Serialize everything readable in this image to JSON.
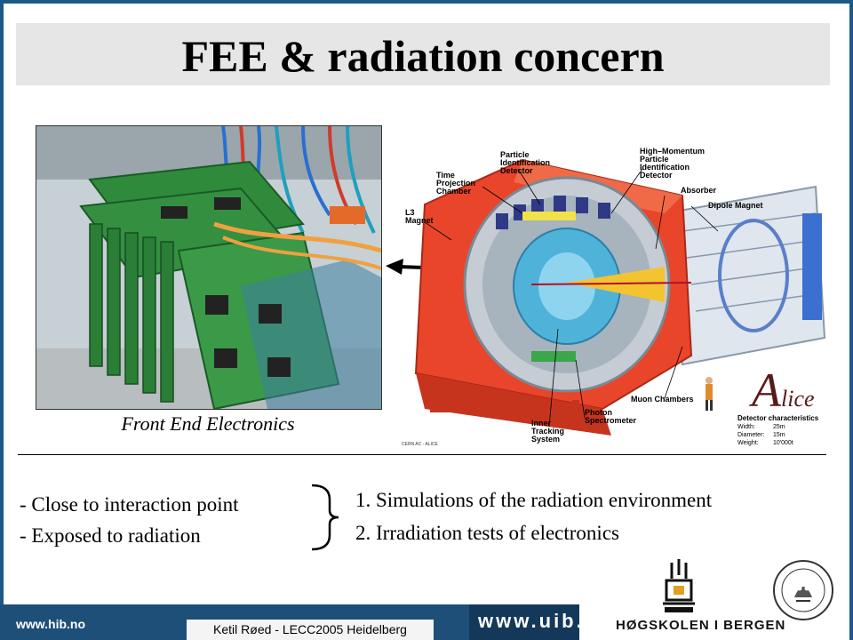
{
  "slide": {
    "title": "FEE & radiation concern",
    "photo_caption": "Front End Electronics",
    "detector_labels": {
      "tpc": "Time\nProjection\nChamber",
      "pid": "Particle\nIdentification\nDetector",
      "hmpid": "High–Momentum\nParticle\nIdentification\nDetector",
      "l3": "L3\nMagnet",
      "absorber": "Absorber",
      "dipole": "Dipole Magnet",
      "muon": "Muon Chambers",
      "photon": "Photon\nSpectrometer",
      "its": "Inner\nTracking\nSystem"
    },
    "credit": "CERN AC - ALICE",
    "logo": {
      "big": "A",
      "small": "lice"
    },
    "characteristics": {
      "title": "Detector characteristics",
      "rows": [
        {
          "label": "Width:",
          "value": "25m"
        },
        {
          "label": "Diameter:",
          "value": "15m"
        },
        {
          "label": "Weight:",
          "value": "10'000t"
        }
      ]
    },
    "bullets": [
      "- Close to interaction point",
      "- Exposed to radiation"
    ],
    "numbered": [
      "1. Simulations of the  radiation environment",
      "2. Irradiation tests of electronics"
    ]
  },
  "footer": {
    "left_url": "www.hib.no",
    "author": "Ketil Røed - LECC2005 Heidelberg",
    "right_url": "www.uib.no",
    "institution": "HØGSKOLEN I BERGEN"
  },
  "colors": {
    "footer_blue": "#1d4f79",
    "detector_red": "#e8452a",
    "board_green": "#2f8a3c"
  }
}
